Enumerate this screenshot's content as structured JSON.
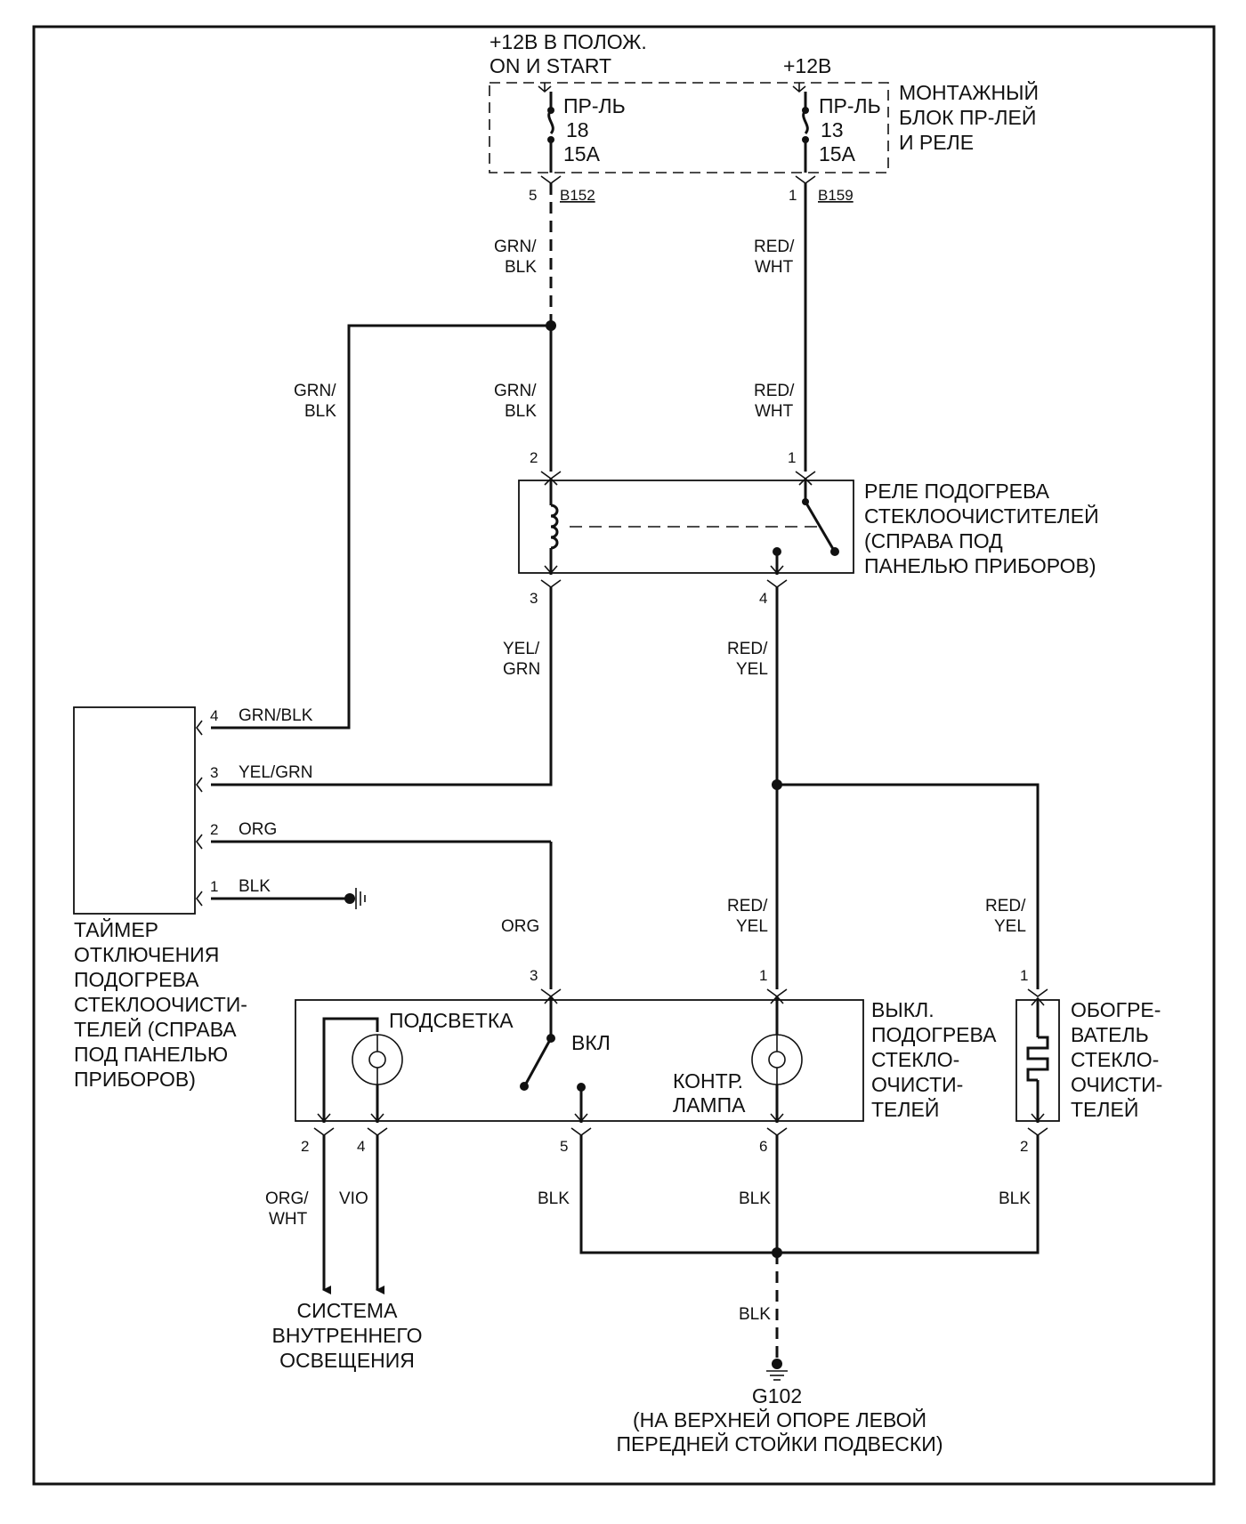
{
  "supply": {
    "left_line1": "+12В В ПОЛОЖ.",
    "left_line2": "ON И START",
    "right": "+12В"
  },
  "fuse_block": {
    "label": [
      "МОНТАЖНЫЙ",
      "БЛОК ПР-ЛЕЙ",
      "И РЕЛЕ"
    ],
    "fuse_left": {
      "name": "ПР-ЛЬ",
      "number": "18",
      "rating": "15A",
      "pin": "5",
      "connector": "B152"
    },
    "fuse_right": {
      "name": "ПР-ЛЬ",
      "number": "13",
      "rating": "15A",
      "pin": "1",
      "connector": "B159"
    }
  },
  "relay": {
    "label": [
      "РЕЛЕ ПОДОГРЕВА",
      "СТЕКЛООЧИСТИТЕЛЕЙ",
      "(СПРАВА ПОД",
      "ПАНЕЛЬЮ ПРИБОРОВ)"
    ],
    "pins": {
      "coil_in": "2",
      "switch_in": "1",
      "coil_out": "3",
      "switch_out": "4"
    }
  },
  "timer": {
    "label": [
      "ТАЙМЕР",
      "ОТКЛЮЧЕНИЯ",
      "ПОДОГРЕВА",
      "СТЕКЛООЧИСТИ-",
      "ТЕЛЕЙ (СПРАВА",
      "ПОД ПАНЕЛЬЮ",
      "ПРИБОРОВ)"
    ],
    "pins": [
      {
        "num": "4",
        "wire": "GRN/BLK"
      },
      {
        "num": "3",
        "wire": "YEL/GRN"
      },
      {
        "num": "2",
        "wire": "ORG"
      },
      {
        "num": "1",
        "wire": "BLK"
      }
    ]
  },
  "switch_unit": {
    "label": [
      "ВЫКЛ.",
      "ПОДОГРЕВА",
      "СТЕКЛО-",
      "ОЧИСТИ-",
      "ТЕЛЕЙ"
    ],
    "backlight": "ПОДСВЕТКА",
    "on": "ВКЛ",
    "indicator": [
      "КОНТР.",
      "ЛАМПА"
    ],
    "pins_top": [
      "3",
      "1"
    ],
    "pins_bottom": [
      "2",
      "4",
      "5",
      "6"
    ]
  },
  "heater": {
    "label": [
      "ОБОГРЕ-",
      "ВАТЕЛЬ",
      "СТЕКЛО-",
      "ОЧИСТИ-",
      "ТЕЛЕЙ"
    ],
    "pins": [
      "1",
      "2"
    ]
  },
  "wire_codes": {
    "grn_blk": [
      "GRN/",
      "BLK"
    ],
    "red_wht": [
      "RED/",
      "WHT"
    ],
    "yel_grn": [
      "YEL/",
      "GRN"
    ],
    "red_yel": [
      "RED/",
      "YEL"
    ],
    "org": "ORG",
    "org_wht": [
      "ORG/",
      "WHT"
    ],
    "vio": "VIO",
    "blk": "BLK"
  },
  "lighting": {
    "label": [
      "СИСТЕМА",
      "ВНУТРЕННЕГО",
      "ОСВЕЩЕНИЯ"
    ]
  },
  "ground": {
    "name": "G102",
    "location": [
      "(НА ВЕРХНЕЙ ОПОРЕ ЛЕВОЙ",
      "ПЕРЕДНЕЙ СТОЙКИ ПОДВЕСКИ)"
    ]
  }
}
